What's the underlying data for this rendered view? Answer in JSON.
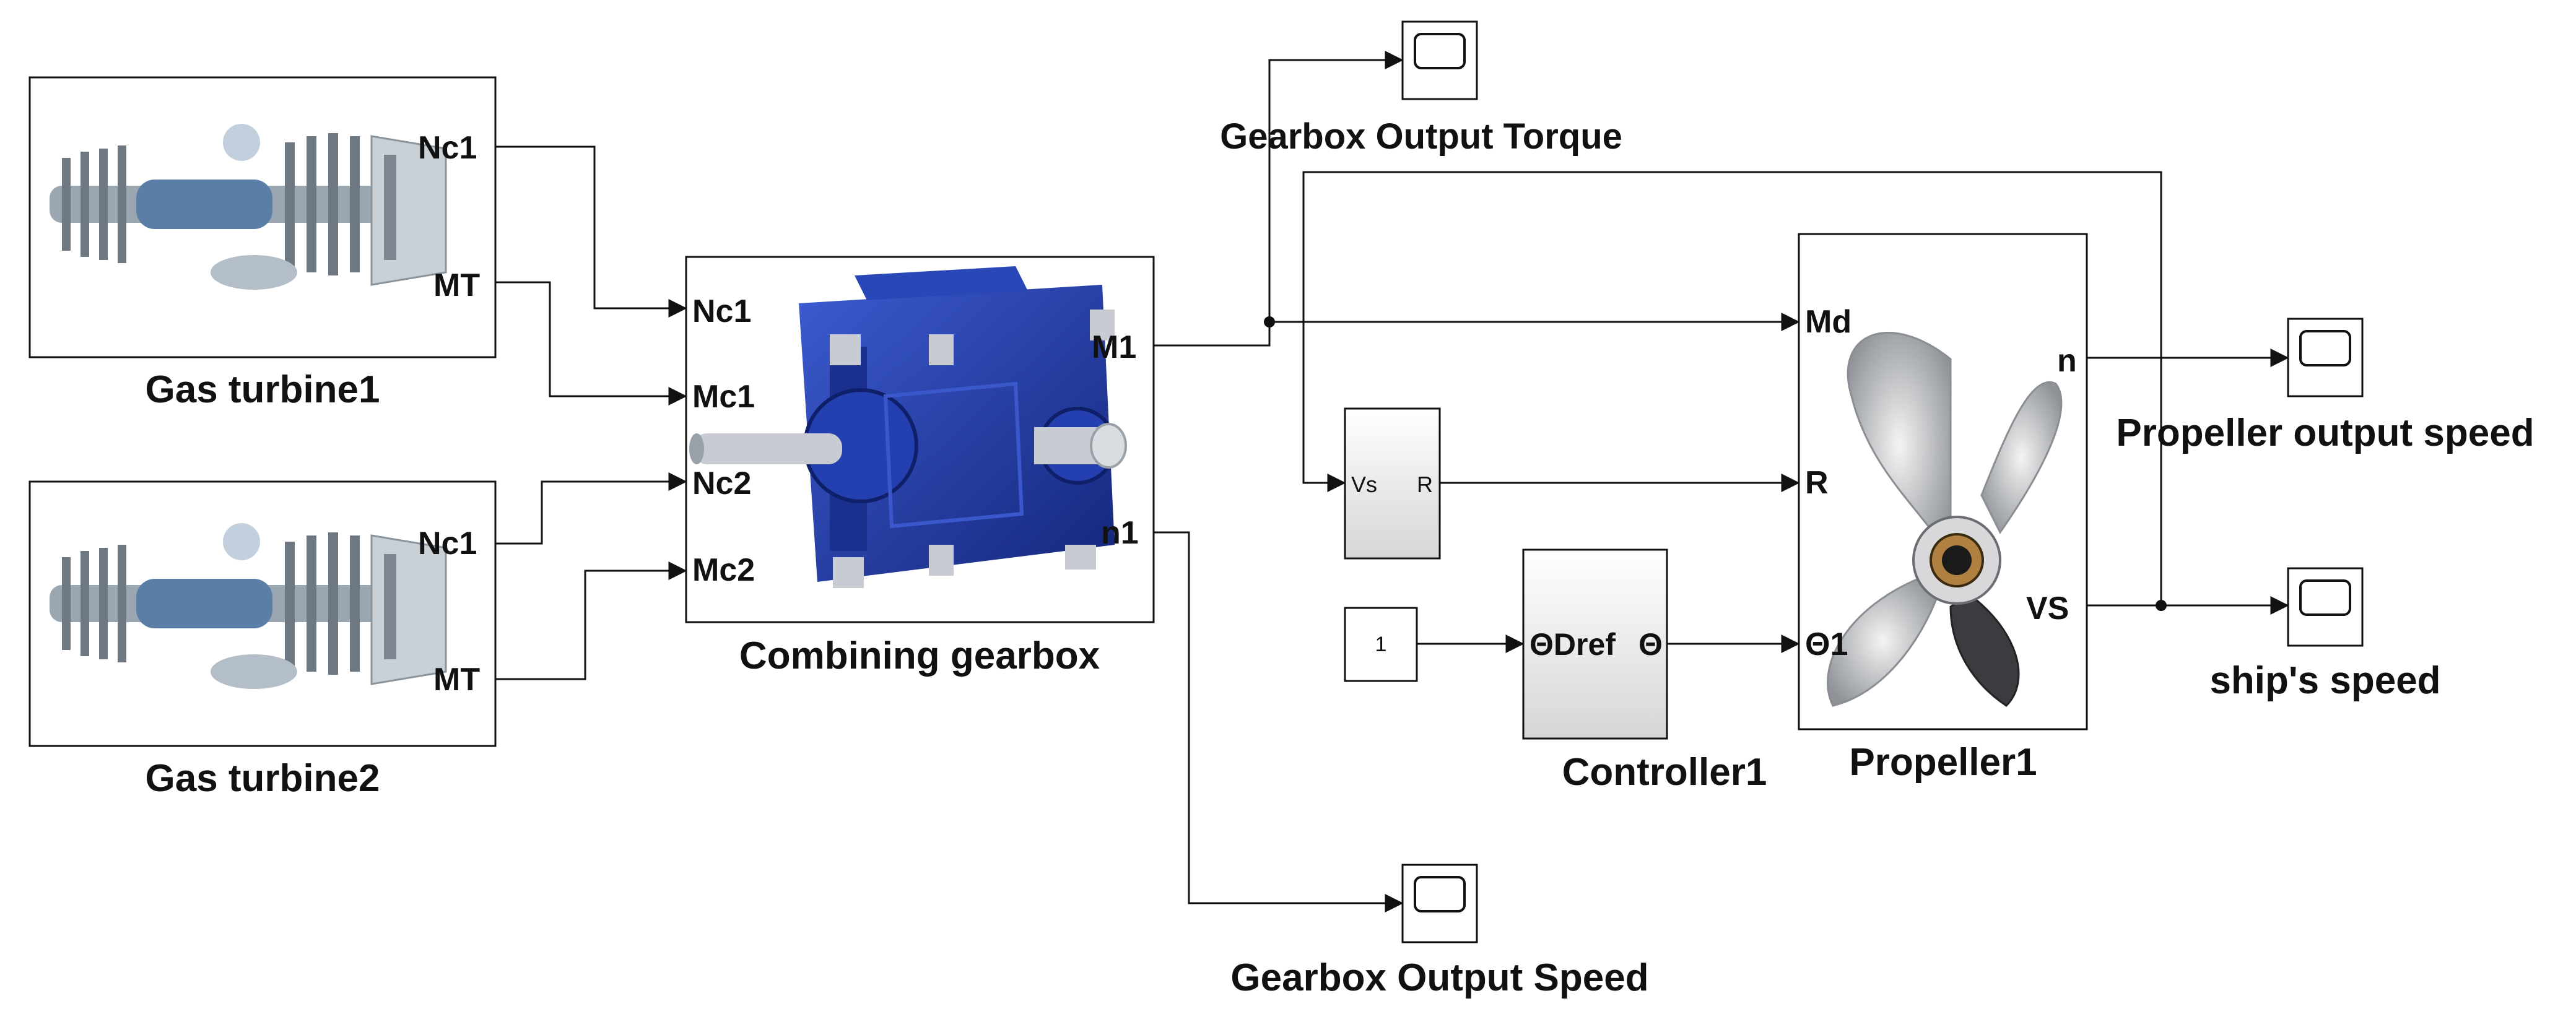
{
  "blocks": {
    "gas_turbine_1": {
      "name": "Gas turbine1",
      "ports": {
        "out1": "Nc1",
        "out2": "MT"
      }
    },
    "gas_turbine_2": {
      "name": "Gas turbine2",
      "ports": {
        "out1": "Nc1",
        "out2": "MT"
      }
    },
    "gearbox": {
      "name": "Combining gearbox",
      "ports": {
        "in1": "Nc1",
        "in2": "Mc1",
        "in3": "Nc2",
        "in4": "Mc2",
        "out1": "M1",
        "out2": "n1"
      }
    },
    "scope_torque": {
      "name": "Gearbox Output Torque"
    },
    "scope_speed": {
      "name": "Gearbox Output Speed"
    },
    "subsystem_vs": {
      "ports": {
        "in": "Vs",
        "out": "R"
      }
    },
    "constant": {
      "value": "1"
    },
    "controller": {
      "name": "Controller1",
      "ports": {
        "in": "ΘDref",
        "out": "Θ"
      }
    },
    "propeller": {
      "name": "Propeller1",
      "ports": {
        "in1": "Md",
        "in2": "R",
        "in3": "Θ1",
        "out1": "n",
        "out2": "VS"
      }
    },
    "scope_prop_speed": {
      "name": "Propeller output speed"
    },
    "scope_ship_speed": {
      "name": "ship's speed"
    }
  },
  "colors": {
    "gearbox_blue": "#1f3aa0",
    "turbine_steel": "#7c8a96",
    "propeller_silver": "#c9ccd0",
    "block_gradient": "#e6e6e6"
  },
  "icons": [
    "scope-icon",
    "arrow-head-icon"
  ]
}
